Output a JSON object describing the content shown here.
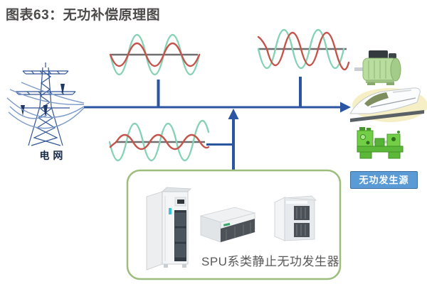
{
  "title": "图表63：无功补偿原理图",
  "power_grid": {
    "label": "电网",
    "icon": "transmission-tower-icon"
  },
  "bus": {
    "direction": "left-to-right",
    "branches": 3
  },
  "waveforms": [
    {
      "id": "grid-side",
      "position": "top-left",
      "phase_relation": "in-phase",
      "series": [
        {
          "name": "wave-large",
          "color_key": "wave-green"
        },
        {
          "name": "wave-small",
          "color_key": "wave-red"
        }
      ]
    },
    {
      "id": "load-side",
      "position": "top-right",
      "phase_relation": "phase-shifted",
      "series": [
        {
          "name": "wave-large",
          "color_key": "wave-green"
        },
        {
          "name": "wave-shifted",
          "color_key": "wave-red"
        }
      ]
    },
    {
      "id": "compensation",
      "position": "bottom-middle",
      "phase_relation": "reduced-amplitude",
      "series": [
        {
          "name": "wave-large",
          "color_key": "wave-green"
        },
        {
          "name": "wave-small",
          "color_key": "wave-red"
        }
      ]
    }
  ],
  "loads": {
    "label": "无功发生源",
    "icons": [
      "motor-icon",
      "train-icon",
      "lathe-icon"
    ]
  },
  "compensator": {
    "label": "SPU系类静止无功发生器",
    "icons": [
      "cabinet-icon",
      "rack-module-icon",
      "tower-unit-icon"
    ]
  },
  "colors": {
    "wave-green": "#85d2b5",
    "wave-red": "#c4544b",
    "axis-gray": "#6e6e6e",
    "line-blue": "#2a55a0",
    "box-green": "#9cbd7d",
    "load-label-bg": "#5b9bd5",
    "load-label-border": "#3f6fa0",
    "title-color": "#4d4a4a",
    "spu-text": "#595959",
    "grid-text": "#182945",
    "tower-blue": "#2f5496",
    "wire-blue": "#7b99c9"
  }
}
